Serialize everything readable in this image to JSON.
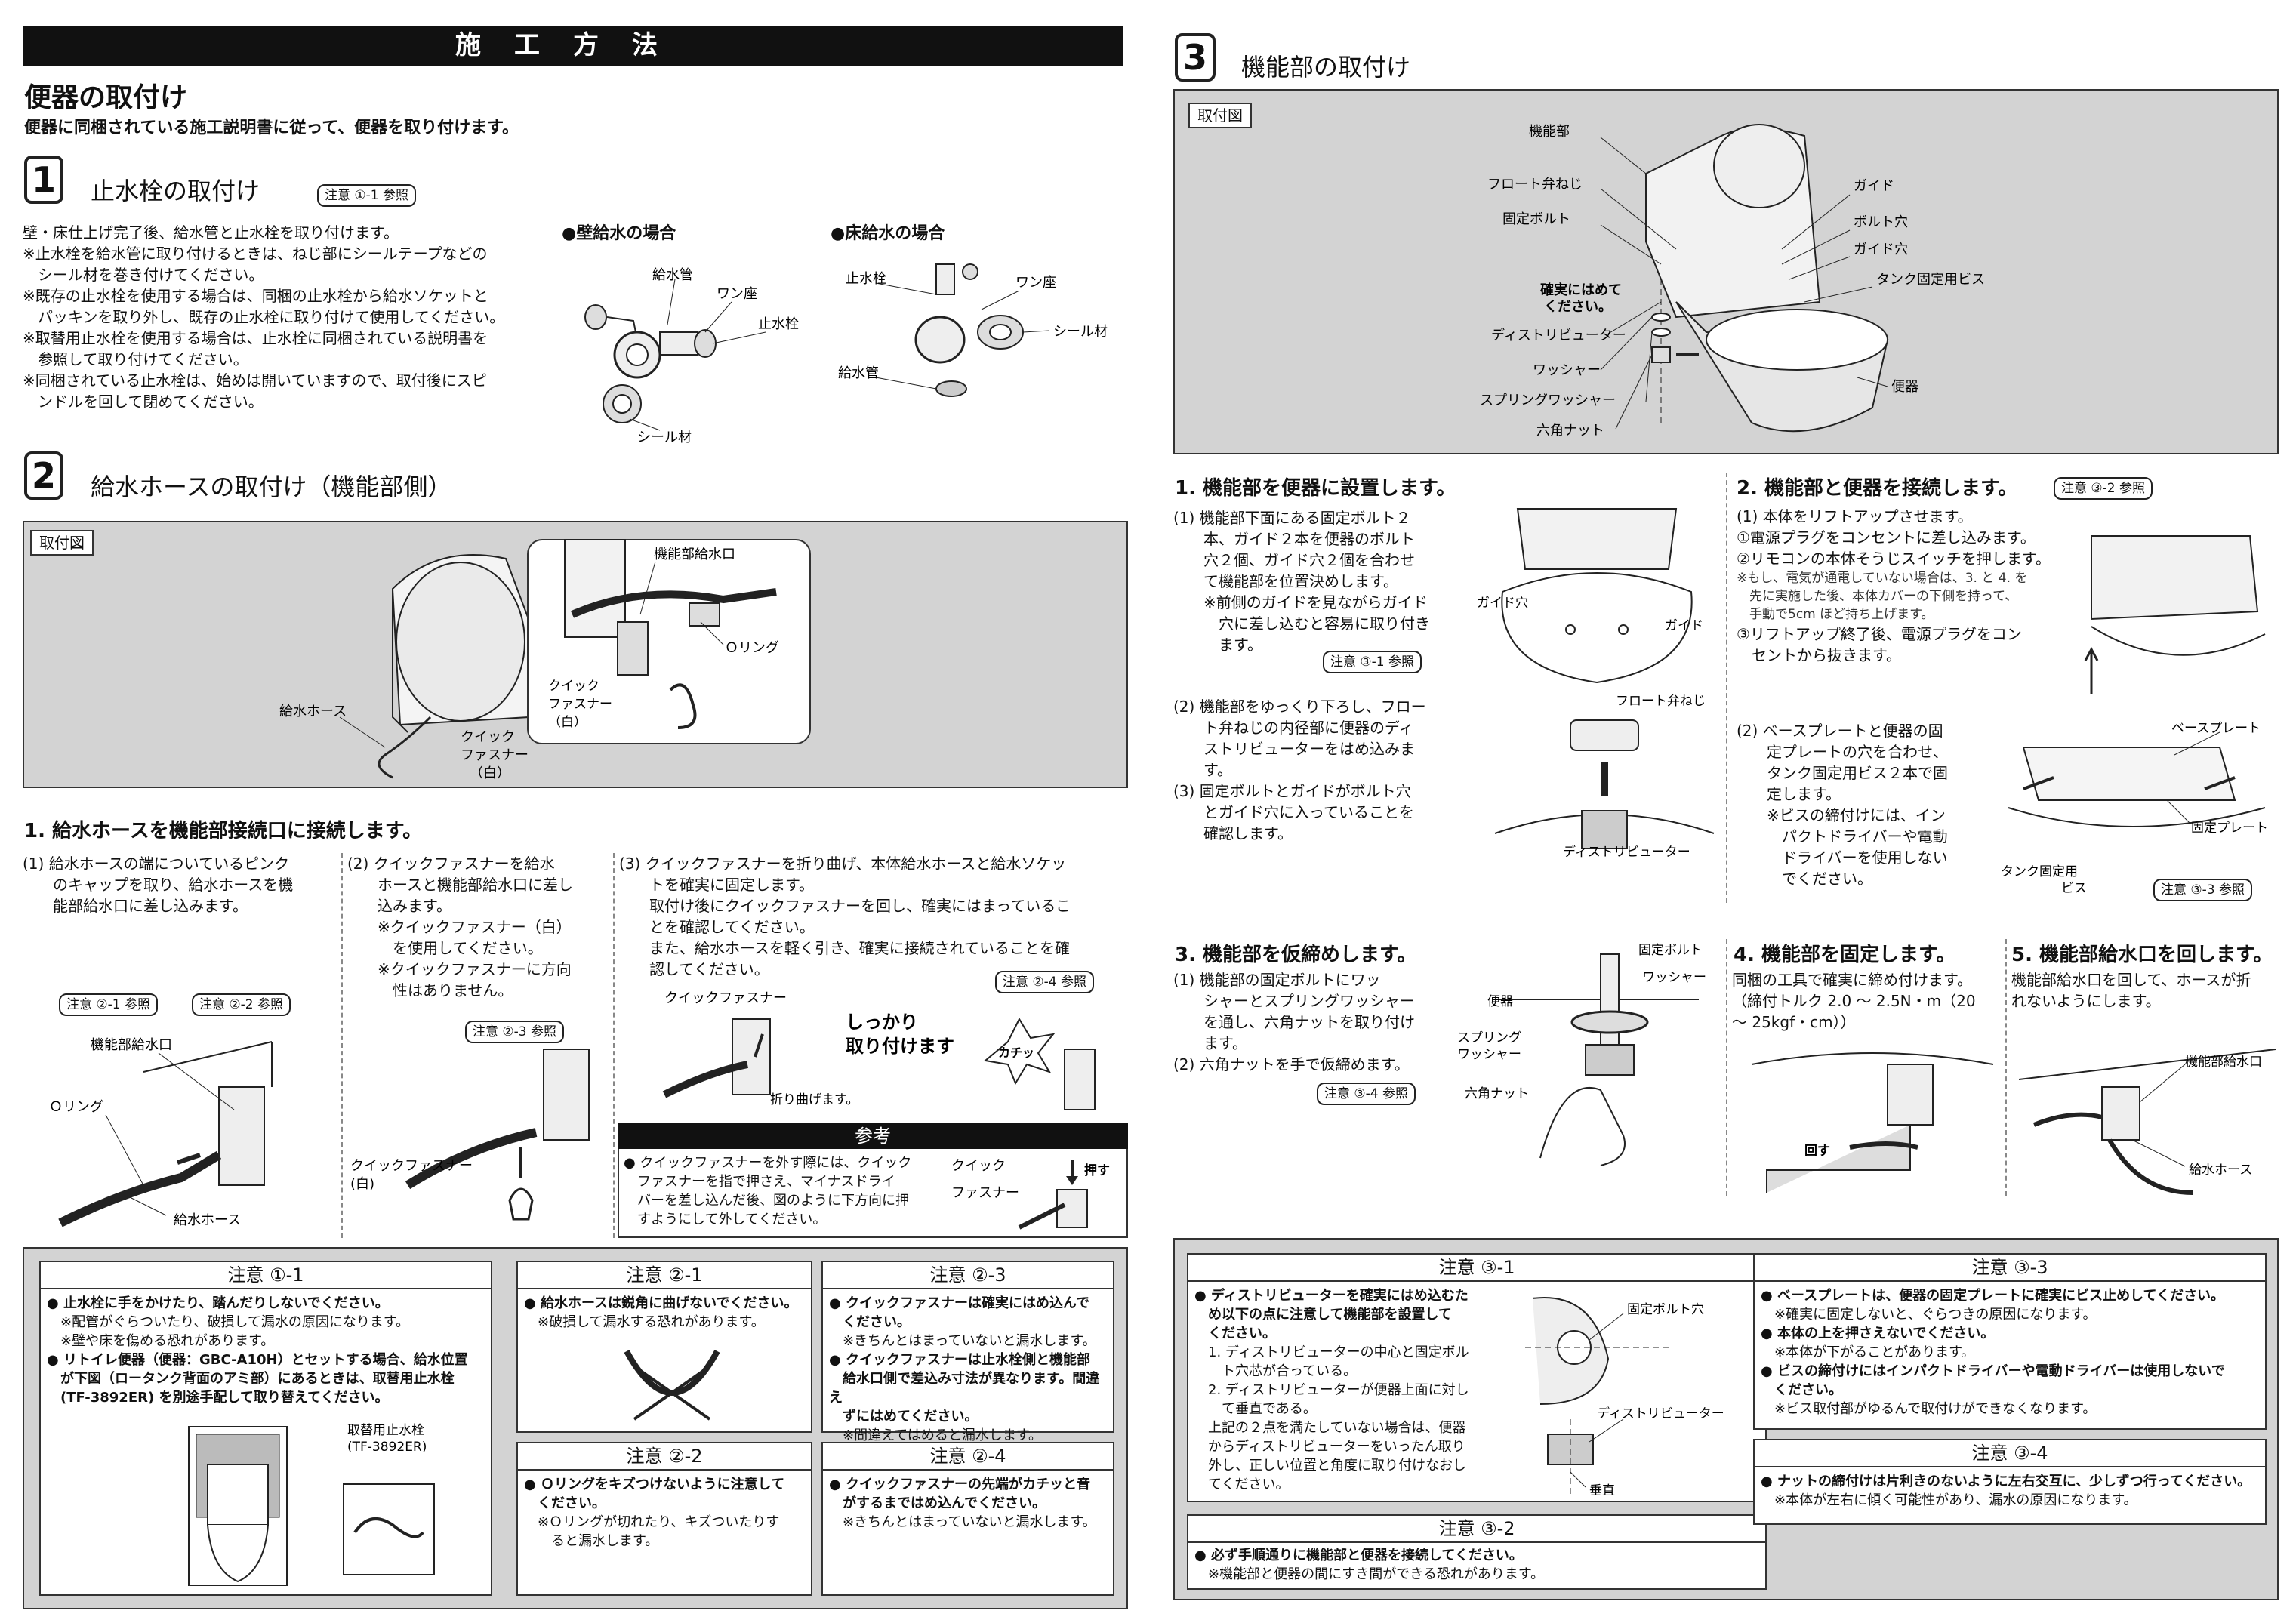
{
  "left": {
    "header": "施工方法",
    "section_title": "便器の取付け",
    "section_intro": "便器に同梱されている施工説明書に従って、便器を取り付けます。",
    "step1": {
      "num": "1",
      "title": "止水栓の取付け",
      "ref": "注意 ①-1 参照",
      "lines": [
        "壁・床仕上げ完了後、給水管と止水栓を取り付けます。",
        "※止水栓を給水管に取り付けるときは、ねじ部にシールテープなどの",
        "　シール材を巻き付けてください。",
        "※既存の止水栓を使用する場合は、同梱の止水栓から給水ソケットと",
        "　パッキンを取り外し、既存の止水栓に取り付けて使用してください。",
        "※取替用止水栓を使用する場合は、止水栓に同梱されている説明書を",
        "　参照して取り付けてください。",
        "※同梱されている止水栓は、始めは開いていますので、取付後にスピ",
        "　ンドルを回して閉めてください。"
      ],
      "wall": {
        "title": "●壁給水の場合",
        "labels": [
          "給水管",
          "ワン座",
          "止水栓",
          "シール材"
        ]
      },
      "floor": {
        "title": "●床給水の場合",
        "labels": [
          "止水栓",
          "ワン座",
          "シール材",
          "給水管"
        ]
      }
    },
    "step2": {
      "num": "2",
      "title": "給水ホースの取付け（機能部側）",
      "fig_label": "取付図",
      "fig_labels": [
        "給水ホース",
        "クイック",
        "ファスナー",
        "（白）",
        "機能部給水口",
        "Ｏリング",
        "クイック",
        "ファスナー",
        "（白）"
      ],
      "sub1_title": "1. 給水ホースを機能部接続口に接続します。",
      "col1": [
        "(1) 給水ホースの端についているピンク",
        "　　のキャップを取り、給水ホースを機",
        "　　能部給水口に差し込みます。"
      ],
      "col1_refs": [
        "注意 ②-1 参照",
        "注意 ②-2 参照"
      ],
      "col1_labels": [
        "機能部給水口",
        "Ｏリング",
        "給水ホース"
      ],
      "col2": [
        "(2) クイックファスナーを給水",
        "　　ホースと機能部給水口に差し",
        "　　込みます。",
        "　　※クイックファスナー（白）",
        "　　　を使用してください。",
        "　　※クイックファスナーに方向",
        "　　　性はありません。"
      ],
      "col2_ref": "注意 ②-3 参照",
      "col2_labels": [
        "クイックファスナー",
        "(白)"
      ],
      "col3": [
        "(3) クイックファスナーを折り曲げ、本体給水ホースと給水ソケッ",
        "　　トを確実に固定します。",
        "　　取付け後にクイックファスナーを回し、確実にはまっているこ",
        "　　とを確認してください。",
        "　　また、給水ホースを軽く引き、確実に接続されていることを確",
        "　　認してください。"
      ],
      "col3_ref": "注意 ②-4 参照",
      "col3_labels": [
        "クイックファスナー",
        "しっかり",
        "取り付けます",
        "折り曲げます。",
        "カチッ"
      ],
      "ref_box": {
        "title": "参考",
        "lines": [
          "● クイックファスナーを外す際には、クイック",
          "　ファスナーを指で押さえ、マイナスドライ",
          "　バーを差し込んだ後、図のように下方向に押",
          "　すようにして外してください。"
        ],
        "labels": [
          "クイック",
          "ファスナー",
          "押す"
        ]
      }
    },
    "notes": {
      "n11": {
        "title": "注意 ①-1",
        "lines": [
          "● 止水栓に手をかけたり、踏んだりしないでください。",
          "　※配管がぐらついたり、破損して漏水の原因になります。",
          "　※壁や床を傷める恐れがあります。",
          "● リトイレ便器（便器：GBC-A10H）とセットする場合、給水位置",
          "　が下図（ロータンク背面のアミ部）にあるときは、取替用止水栓",
          "　(TF-3892ER) を別途手配して取り替えてください。"
        ],
        "fig": [
          "取替用止水栓",
          "(TF-3892ER)"
        ]
      },
      "n21": {
        "title": "注意 ②-1",
        "lines": [
          "● 給水ホースは鋭角に曲げないでください。",
          "　※破損して漏水する恐れがあります。"
        ]
      },
      "n22": {
        "title": "注意 ②-2",
        "lines": [
          "● Ｏリングをキズつけないように注意して",
          "　ください。",
          "　※Ｏリングが切れたり、キズついたりす",
          "　　ると漏水します。"
        ]
      },
      "n23": {
        "title": "注意 ②-3",
        "lines": [
          "● クイックファスナーは確実にはめ込んで",
          "　ください。",
          "　※きちんとはまっていないと漏水します。",
          "● クイックファスナーは止水栓側と機能部",
          "　給水口側で差込み寸法が異なります。間違え",
          "　ずにはめてください。",
          "　※間違えてはめると漏水します。"
        ]
      },
      "n24": {
        "title": "注意 ②-4",
        "lines": [
          "● クイックファスナーの先端がカチッと音",
          "　がするまではめ込んでください。",
          "　※きちんとはまっていないと漏水します。"
        ]
      }
    }
  },
  "right": {
    "step3": {
      "num": "3",
      "title": "機能部の取付け",
      "fig_label": "取付図",
      "fig_labels": [
        "機能部",
        "フロート弁ねじ",
        "固定ボルト",
        "確実にはめて",
        "ください。",
        "ディストリビューター",
        "ワッシャー",
        "スプリングワッシャー",
        "六角ナット",
        "ガイド",
        "ボルト穴",
        "ガイド穴",
        "タンク固定用ビス",
        "便器"
      ]
    },
    "s1": {
      "title": "1. 機能部を便器に設置します。",
      "lines1": [
        "(1) 機能部下面にある固定ボルト２",
        "　　本、ガイド２本を便器のボルト",
        "　　穴２個、ガイド穴２個を合わせ",
        "　　て機能部を位置決めします。",
        "　　※前側のガイドを見ながらガイド",
        "　　　穴に差し込むと容易に取り付き",
        "　　　ます。"
      ],
      "ref": "注意 ③-1 参照",
      "lines2": [
        "(2) 機能部をゆっくり下ろし、フロー",
        "　　ト弁ねじの内径部に便器のディ",
        "　　ストリビューターをはめ込みま",
        "　　す。",
        "(3) 固定ボルトとガイドがボルト穴",
        "　　とガイド穴に入っていることを",
        "　　確認します。"
      ],
      "labels": [
        "ガイド穴",
        "ガイド",
        "フロート弁ねじ",
        "ディストリビューター"
      ]
    },
    "s2": {
      "title": "2. 機能部と便器を接続します。",
      "ref": "注意 ③-2 参照",
      "lines1": [
        "(1) 本体をリフトアップさせます。",
        "①電源プラグをコンセントに差し込みます。",
        "②リモコンの本体そうじスイッチを押します。",
        "※もし、電気が通電していない場合は、3. と 4. を",
        "　先に実施した後、本体カバーの下側を持って、",
        "　手動で5cm ほど持ち上げます。",
        "③リフトアップ終了後、電源プラグをコン",
        "　セントから抜きます。"
      ],
      "lines2": [
        "(2) ベースプレートと便器の固",
        "　　定プレートの穴を合わせ、",
        "　　タンク固定用ビス２本で固",
        "　　定します。",
        "　　※ビスの締付けには、イン",
        "　　　パクトドライバーや電動",
        "　　　ドライバーを使用しない",
        "　　　でください。"
      ],
      "ref2": "注意 ③-3 参照",
      "labels": [
        "ベースプレート",
        "固定プレート",
        "タンク固定用",
        "ビス"
      ]
    },
    "s3": {
      "title": "3. 機能部を仮締めします。",
      "lines": [
        "(1) 機能部の固定ボルトにワッ",
        "　　シャーとスプリングワッシャー",
        "　　を通し、六角ナットを取り付け",
        "　　ます。",
        "(2) 六角ナットを手で仮締めます。"
      ],
      "ref": "注意 ③-4 参照",
      "labels": [
        "固定ボルト",
        "ワッシャー",
        "便器",
        "スプリング",
        "ワッシャー",
        "六角ナット"
      ]
    },
    "s4": {
      "title": "4. 機能部を固定します。",
      "lines": [
        "同梱の工具で確実に締め付けます。",
        "（締付トルク 2.0 ～ 2.5N・m（20",
        "～ 25kgf・cm））"
      ],
      "labels": [
        "回す"
      ]
    },
    "s5": {
      "title": "5. 機能部給水口を回します。",
      "lines": [
        "機能部給水口を回して、ホースが折",
        "れないようにします。"
      ],
      "labels": [
        "機能部給水口",
        "給水ホース"
      ]
    },
    "notes": {
      "n31": {
        "title": "注意 ③-1",
        "lines": [
          "● ディストリビューターを確実にはめ込むた",
          "　め以下の点に注意して機能部を設置して",
          "　ください。",
          "　1. ディストリビューターの中心と固定ボル",
          "　　ト穴芯が合っている。",
          "　2. ディストリビューターが便器上面に対し",
          "　　て垂直である。",
          "　上記の２点を満たしていない場合は、便器",
          "　からディストリビューターをいったん取り",
          "　外し、正しい位置と角度に取り付けなおし",
          "　てください。"
        ],
        "labels": [
          "固定ボルト穴",
          "ディストリビューター",
          "垂直"
        ]
      },
      "n32": {
        "title": "注意 ③-2",
        "lines": [
          "● 必ず手順通りに機能部と便器を接続してください。",
          "　※機能部と便器の間にすき間ができる恐れがあります。"
        ]
      },
      "n33": {
        "title": "注意 ③-3",
        "lines": [
          "● ベースプレートは、便器の固定プレートに確実にビス止めしてください。",
          "　※確実に固定しないと、ぐらつきの原因になります。",
          "● 本体の上を押さえないでください。",
          "　※本体が下がることがあります。",
          "● ビスの締付けにはインパクトドライバーや電動ドライバーは使用しないで",
          "　ください。",
          "　※ビス取付部がゆるんで取付けができなくなります。"
        ]
      },
      "n34": {
        "title": "注意 ③-4",
        "lines": [
          "● ナットの締付けは片利きのないように左右交互に、少しずつ行ってください。",
          "　※本体が左右に傾く可能性があり、漏水の原因になります。"
        ]
      }
    }
  }
}
